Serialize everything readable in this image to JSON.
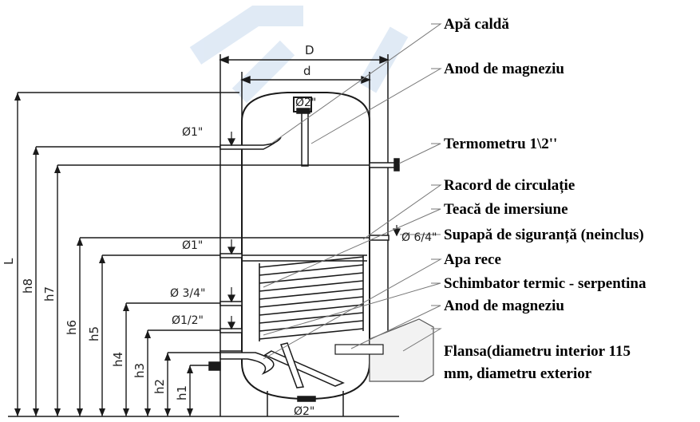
{
  "labels": {
    "hot_water": "Apă caldă",
    "anode_top": "Anod de magneziu",
    "thermometer": "Termometru 1\\2''",
    "circulation": "Racord de circulație",
    "immersion_sleeve": "Teacă de imersiune",
    "safety_valve": "Supapă de siguranță (neinclus)",
    "cold_water": "Apa rece",
    "heat_exchanger": "Schimbator termic - serpentina",
    "anode_bottom": "Anod de magneziu",
    "flange_line1": "Flansa(diametru interior 115",
    "flange_line2": "mm, diametru exterior"
  },
  "dimensions": {
    "D": "D",
    "d": "d",
    "L": "L",
    "h1": "h1",
    "h2": "h2",
    "h3": "h3",
    "h4": "h4",
    "h5": "h5",
    "h6": "h6",
    "h7": "h7",
    "h8": "h8"
  },
  "connections": {
    "top": "Ø2\"",
    "hot_outlet": "Ø1\"",
    "mid": "Ø1\"",
    "coil_upper": "Ø 3/4\"",
    "coil_lower": "Ø1/2\"",
    "bottom": "Ø2\"",
    "side": "Ø 6/4\""
  },
  "colors": {
    "line": "#1a1a1a",
    "watermark": "#dde8f5",
    "flange": "#f2f2f2"
  }
}
